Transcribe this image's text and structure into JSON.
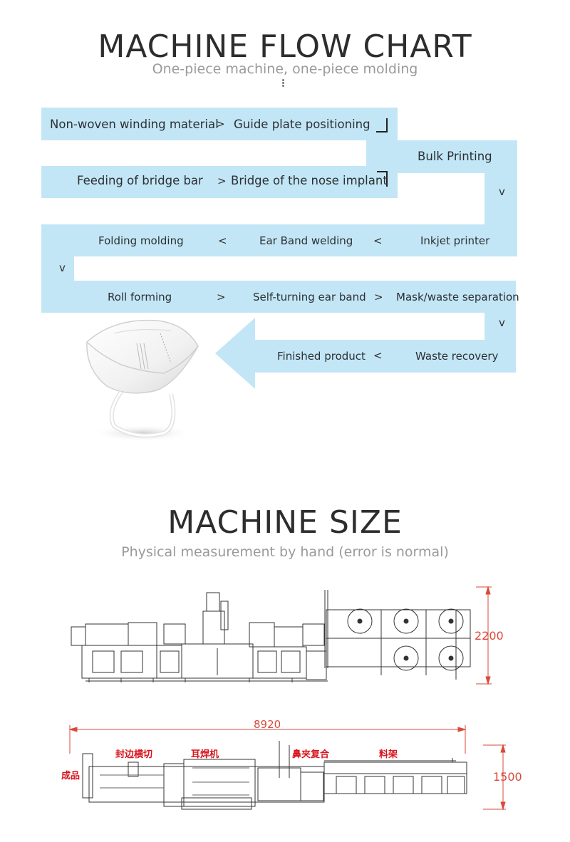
{
  "flow_section": {
    "title": "MACHINE FLOW CHART",
    "subtitle": "One-piece machine, one-piece molding",
    "steps": [
      "Non-woven winding material",
      "Guide plate positioning",
      "Bulk Printing",
      "Feeding of bridge bar",
      "Bridge of the nose implant",
      "Folding molding",
      "Ear Band welding",
      "Inkjet printer",
      "Roll forming",
      "Self-turning ear band",
      "Mask/waste separation",
      "Finished product",
      "Waste recovery"
    ],
    "connectors": {
      "right": ">",
      "left": "<",
      "down": "v"
    }
  },
  "size_section": {
    "title": "MACHINE SIZE",
    "subtitle": "Physical measurement by hand (error is normal)",
    "dimensions": {
      "height": "2200",
      "length": "8920",
      "width": "1500"
    },
    "zones": {
      "finished": "成品",
      "sealing": "封边横切",
      "ear_weld": "耳焊机",
      "nose_clip": "鼻夹复合",
      "rack": "料架"
    }
  }
}
